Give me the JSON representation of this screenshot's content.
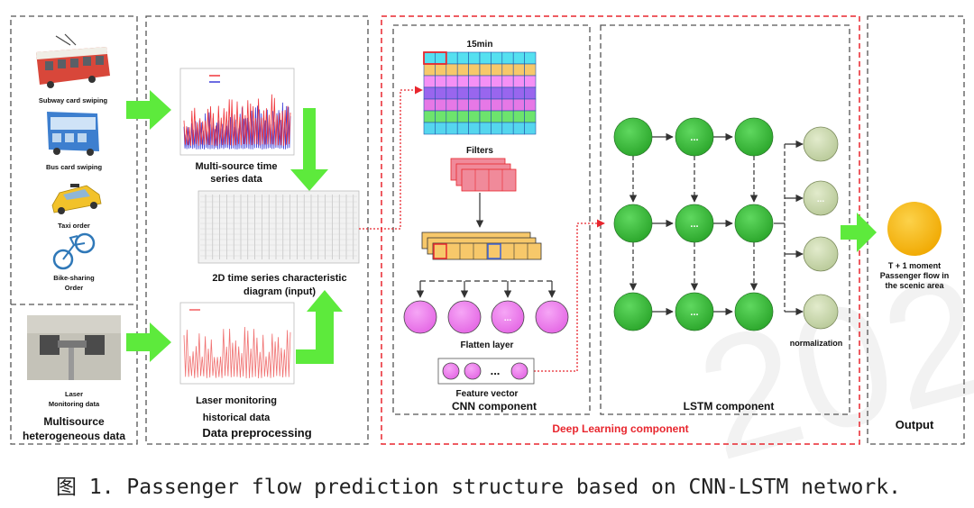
{
  "sections": {
    "multisource": "Multisource heterogeneous data",
    "preprocessing": "Data preprocessing",
    "cnn": "CNN component",
    "lstm": "LSTM component",
    "deep_learning": "Deep Learning component",
    "output": "Output"
  },
  "data_sources": {
    "subway": "Subway card swiping",
    "bus": "Bus card swiping",
    "taxi": "Taxi order",
    "bike_1": "Bike-sharing",
    "bike_2": "Order",
    "laser_1": "Laser",
    "laser_2": "Monitoring data"
  },
  "preprocessing_labels": {
    "multi_source_1": "Multi-source  time",
    "multi_source_2": "series data",
    "diagram_1": "2D time series characteristic",
    "diagram_2": "diagram (input)",
    "laser_hist_1": "Laser monitoring",
    "laser_hist_2": "historical data"
  },
  "cnn_labels": {
    "interval": "15min",
    "filters": "Filters",
    "flatten": "Flatten layer",
    "feature_vector": "Feature vector",
    "ellipsis": "..."
  },
  "lstm_labels": {
    "normalization": "normalization",
    "ellipsis": "..."
  },
  "output_labels": {
    "line_1": "T + 1 moment",
    "line_2": "Passenger flow in",
    "line_3": "the scenic area"
  },
  "caption": "图 1. Passenger flow prediction structure based on CNN-LSTM network.",
  "colors": {
    "arrow_green": "#5dea3c",
    "node_green": "#36bb36",
    "node_norm": "#c9d7ac",
    "node_pink": "#ef7bef",
    "output_node": "#f5b814",
    "dl_border": "#e8262e",
    "series_red": "#f0353a",
    "series_blue": "#3c3cd8"
  }
}
